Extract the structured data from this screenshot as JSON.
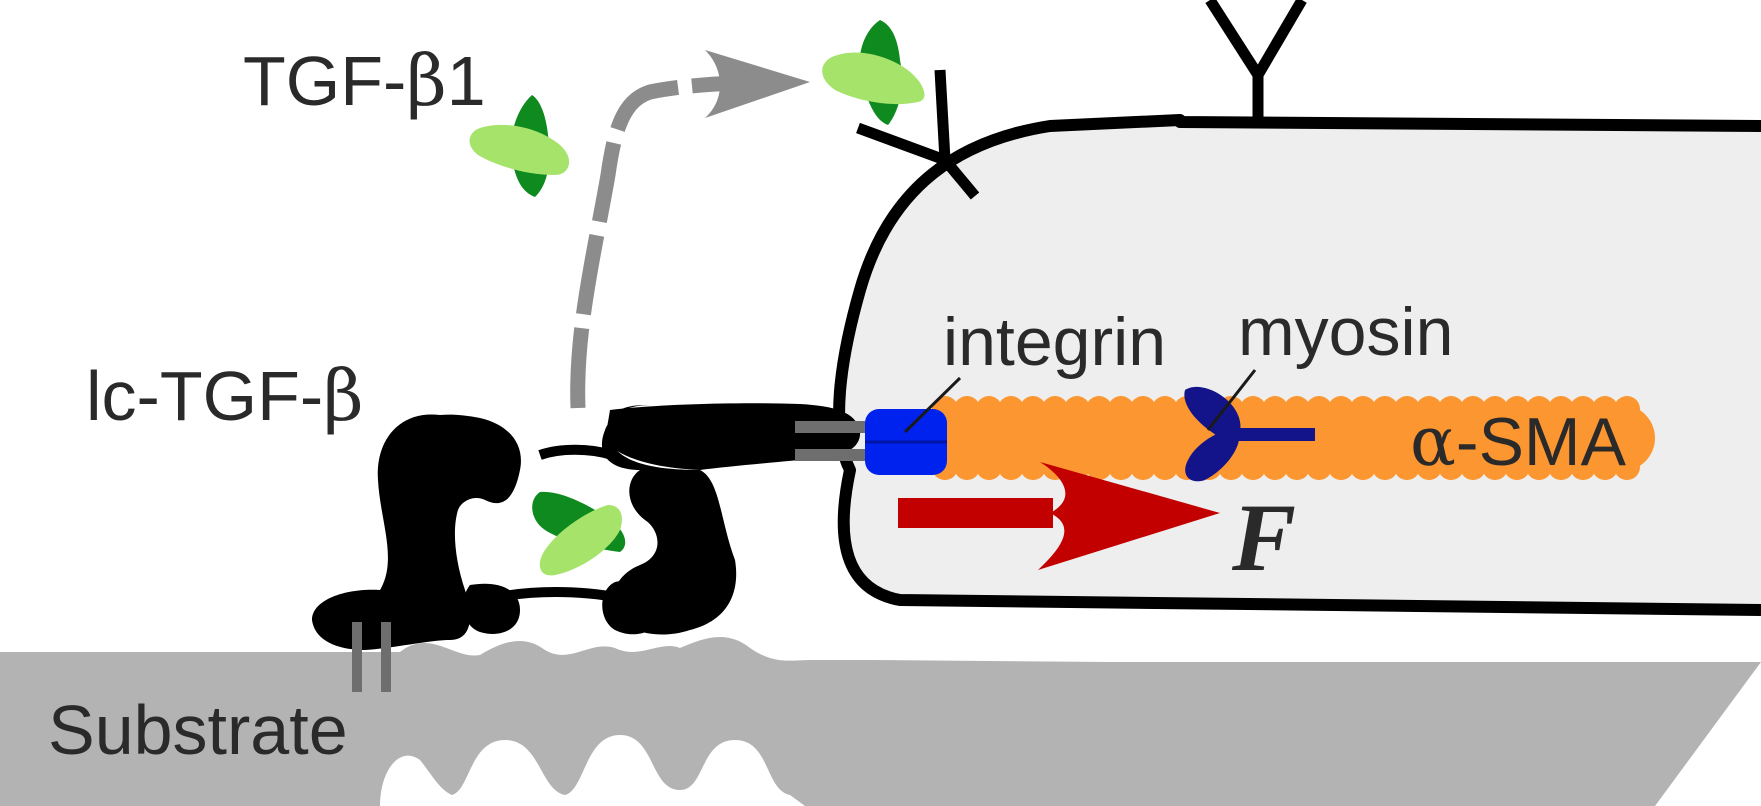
{
  "labels": {
    "tgf_prefix": "TGF-",
    "tgf_beta": "β",
    "tgf_suffix": "1",
    "lc_prefix": "lc-TGF-",
    "lc_beta": "β",
    "integrin": "integrin",
    "myosin": "myosin",
    "sma_alpha": "α",
    "sma_suffix": "-SMA",
    "force": "F",
    "substrate": "Substrate"
  },
  "colors": {
    "tgf_light": "#a5e36b",
    "tgf_dark": "#0f8a1f",
    "latent_complex": "#000000",
    "integrin": "#0022ee",
    "myosin": "#13148a",
    "actin": "#fc9630",
    "force_arrow": "#c30000",
    "cell_fill": "#eeeeee",
    "substrate": "#b3b3b3",
    "release_arrow": "#8c8c8c",
    "anchor": "#6e6e6e"
  }
}
